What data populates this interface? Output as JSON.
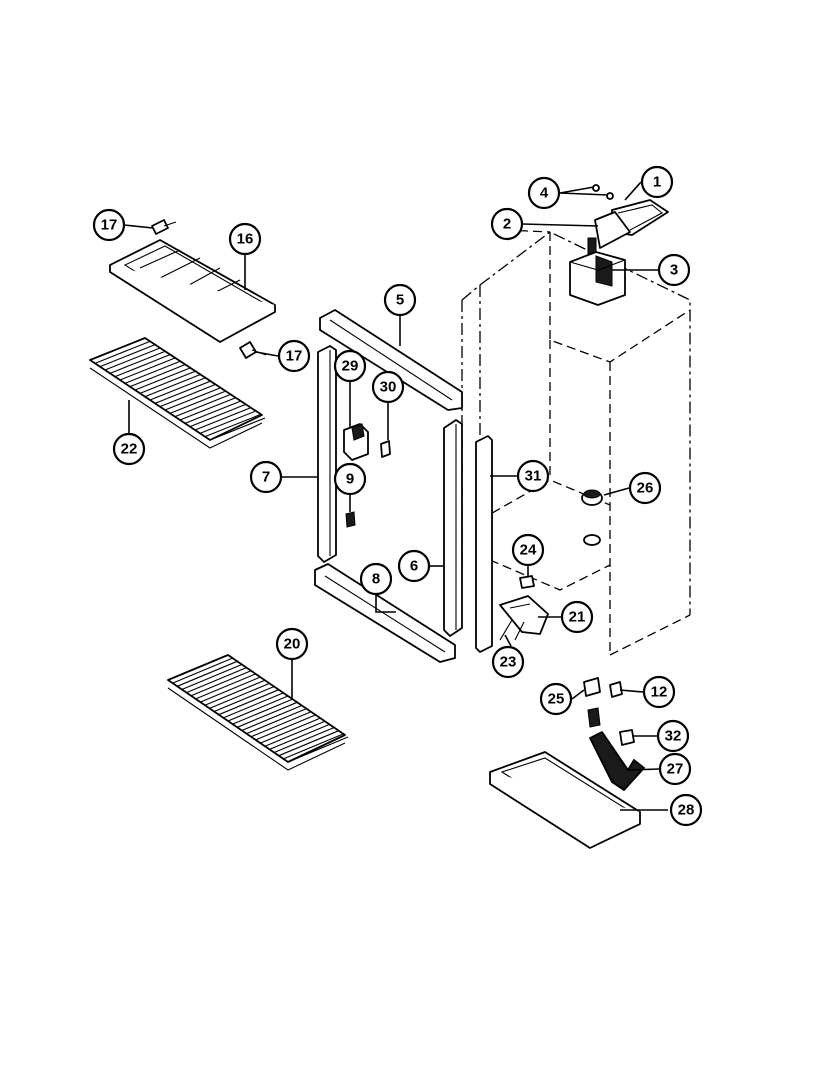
{
  "callouts": [
    {
      "id": "c1",
      "label": "1"
    },
    {
      "id": "c2",
      "label": "2"
    },
    {
      "id": "c3",
      "label": "3"
    },
    {
      "id": "c4",
      "label": "4"
    },
    {
      "id": "c5",
      "label": "5"
    },
    {
      "id": "c6",
      "label": "6"
    },
    {
      "id": "c7",
      "label": "7"
    },
    {
      "id": "c8",
      "label": "8"
    },
    {
      "id": "c9",
      "label": "9"
    },
    {
      "id": "c12",
      "label": "12"
    },
    {
      "id": "c16",
      "label": "16"
    },
    {
      "id": "c17a",
      "label": "17"
    },
    {
      "id": "c17b",
      "label": "17"
    },
    {
      "id": "c20",
      "label": "20"
    },
    {
      "id": "c21",
      "label": "21"
    },
    {
      "id": "c22",
      "label": "22"
    },
    {
      "id": "c23",
      "label": "23"
    },
    {
      "id": "c24",
      "label": "24"
    },
    {
      "id": "c25",
      "label": "25"
    },
    {
      "id": "c26",
      "label": "26"
    },
    {
      "id": "c27",
      "label": "27"
    },
    {
      "id": "c28",
      "label": "28"
    },
    {
      "id": "c29",
      "label": "29"
    },
    {
      "id": "c30",
      "label": "30"
    },
    {
      "id": "c31",
      "label": "31"
    },
    {
      "id": "c32",
      "label": "32"
    }
  ],
  "colors": {
    "ink": "#000000",
    "paper": "#ffffff"
  }
}
